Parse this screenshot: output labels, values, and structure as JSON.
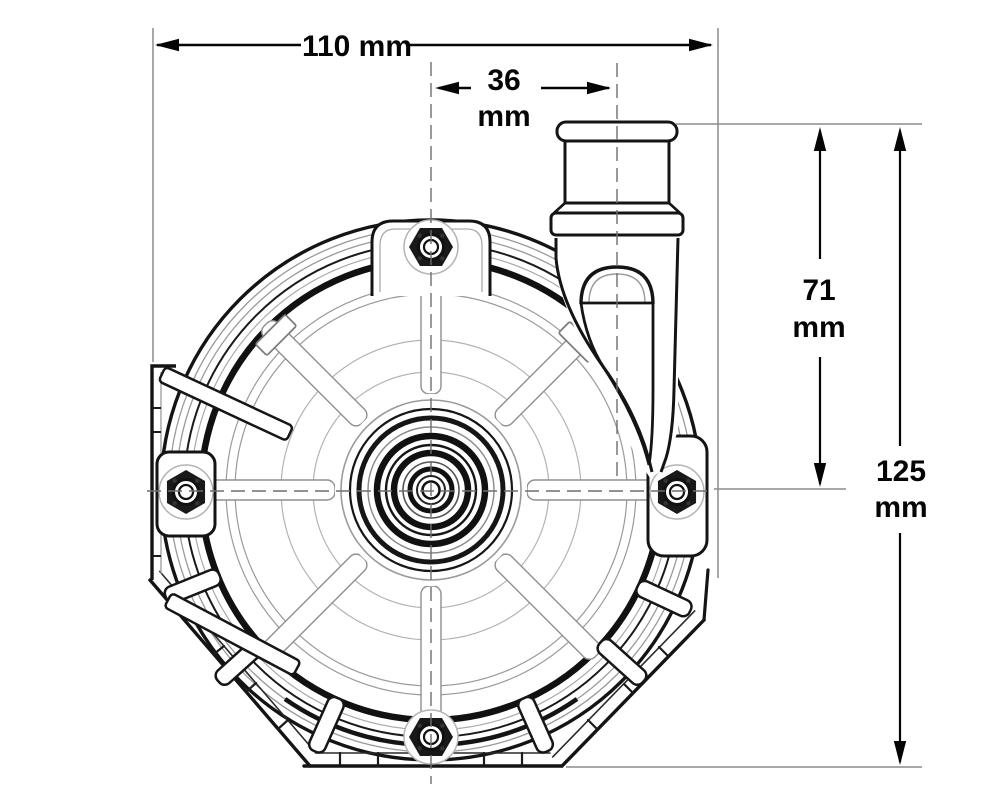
{
  "drawing": {
    "type": "technical-dimension-drawing",
    "subject": "circulation pump wet end, front view",
    "units": "mm",
    "dimensions": {
      "overall_width": {
        "label": "110 mm",
        "value": "110",
        "unit": "mm"
      },
      "port_offset": {
        "value": "36",
        "unit": "mm"
      },
      "port_height": {
        "value": "71",
        "unit": "mm"
      },
      "overall_height": {
        "value": "125",
        "unit": "mm"
      }
    },
    "colors": {
      "primary_line": "#141414",
      "secondary_line": "#8f8f8f",
      "extension_line": "#8c8c8c",
      "centerline": "#6e6e6e",
      "background": "#ffffff",
      "dimension_text": "#050505"
    }
  }
}
